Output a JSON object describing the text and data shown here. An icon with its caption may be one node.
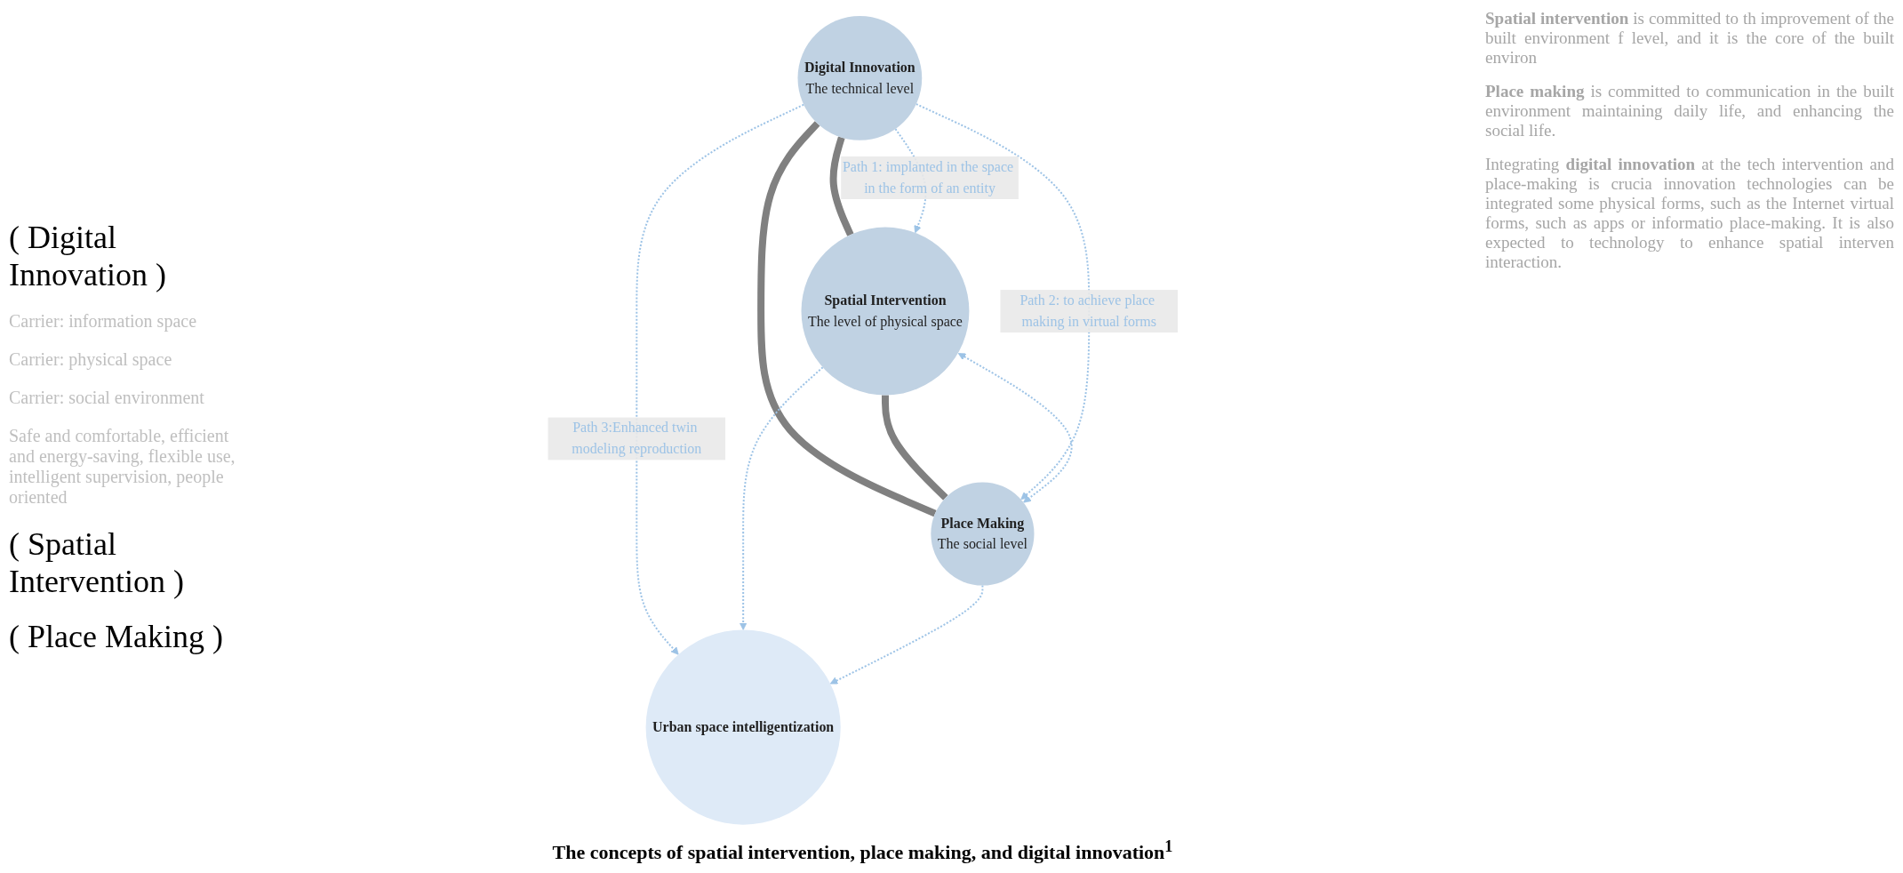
{
  "diagram": {
    "caption": "The concepts of spatial intervention, place making, and digital innovation$^{1}$",
    "nodes": [
      {
        "text": [
          "Digital Innovation",
          "The technical level"
        ]
      },
      {
        "text": [
          "Urban space intelligentization"
        ]
      },
      {
        "text": [
          "Spatial Intervention",
          "The level of physical space"
        ]
      },
      {
        "text": [
          "Place Making",
          "The social level"
        ]
      }
    ],
    "edges": [
      {
        "from": 0,
        "to": 2,
        "arrow": "none",
        "style": "thick",
        "color": "#808080"
      },
      {
        "from": 0,
        "to": 3,
        "arrow": "none",
        "style": "thick",
        "color": "#808080"
      },
      {
        "from": 2,
        "to": 3,
        "arrow": "none",
        "style": "thick",
        "color": "#808080"
      },
      {
        "from": 0,
        "to": 2,
        "arrow": "to",
        "style": "dashed",
        "label": "Path 1: implanted in the space in the form of an entity"
      },
      {
        "from": 0,
        "to": 3,
        "arrow": "to",
        "style": "dashed",
        "label": "Path 2: to achieve place making in virtual forms"
      },
      {
        "from": 0,
        "to": 1,
        "arrow": "to",
        "style": "dashed",
        "label": "Path 3:Enhanced twin modeling reproduction"
      },
      {
        "from": 2,
        "to": 1,
        "arrow": "to",
        "style": "dashed"
      },
      {
        "from": 3,
        "to": 1,
        "arrow": "to",
        "style": "dashed"
      },
      {
        "from": 2,
        "to": 3,
        "arrow": "both",
        "style": "dashed"
      }
    ],
    "labels": [
      "( Digital Innovation )",
      "Carrier: information space",
      "Carrier: physical space",
      "Carrier: social environment",
      "Safe and comfortable, efficient and energy-saving, flexible use, intelligent supervision, people oriented",
      "( Spatial Intervention )",
      "( Place Making )",
      "**Spatial intervention** is committed to th improvement of the built environment f level, and it is the core of the built environ",
      "**Place making** is committed to communication in the built environment maintaining daily life, and enhancing the social life.",
      "Integrating **digital innovation** at the tech intervention and place-making is crucia innovation technologies can be integrated some physical forms, such as the Internet virtual forms, such as apps or informatio place-making. It is also expected to technology to enhance spatial interven interaction."
    ]
  }
}
